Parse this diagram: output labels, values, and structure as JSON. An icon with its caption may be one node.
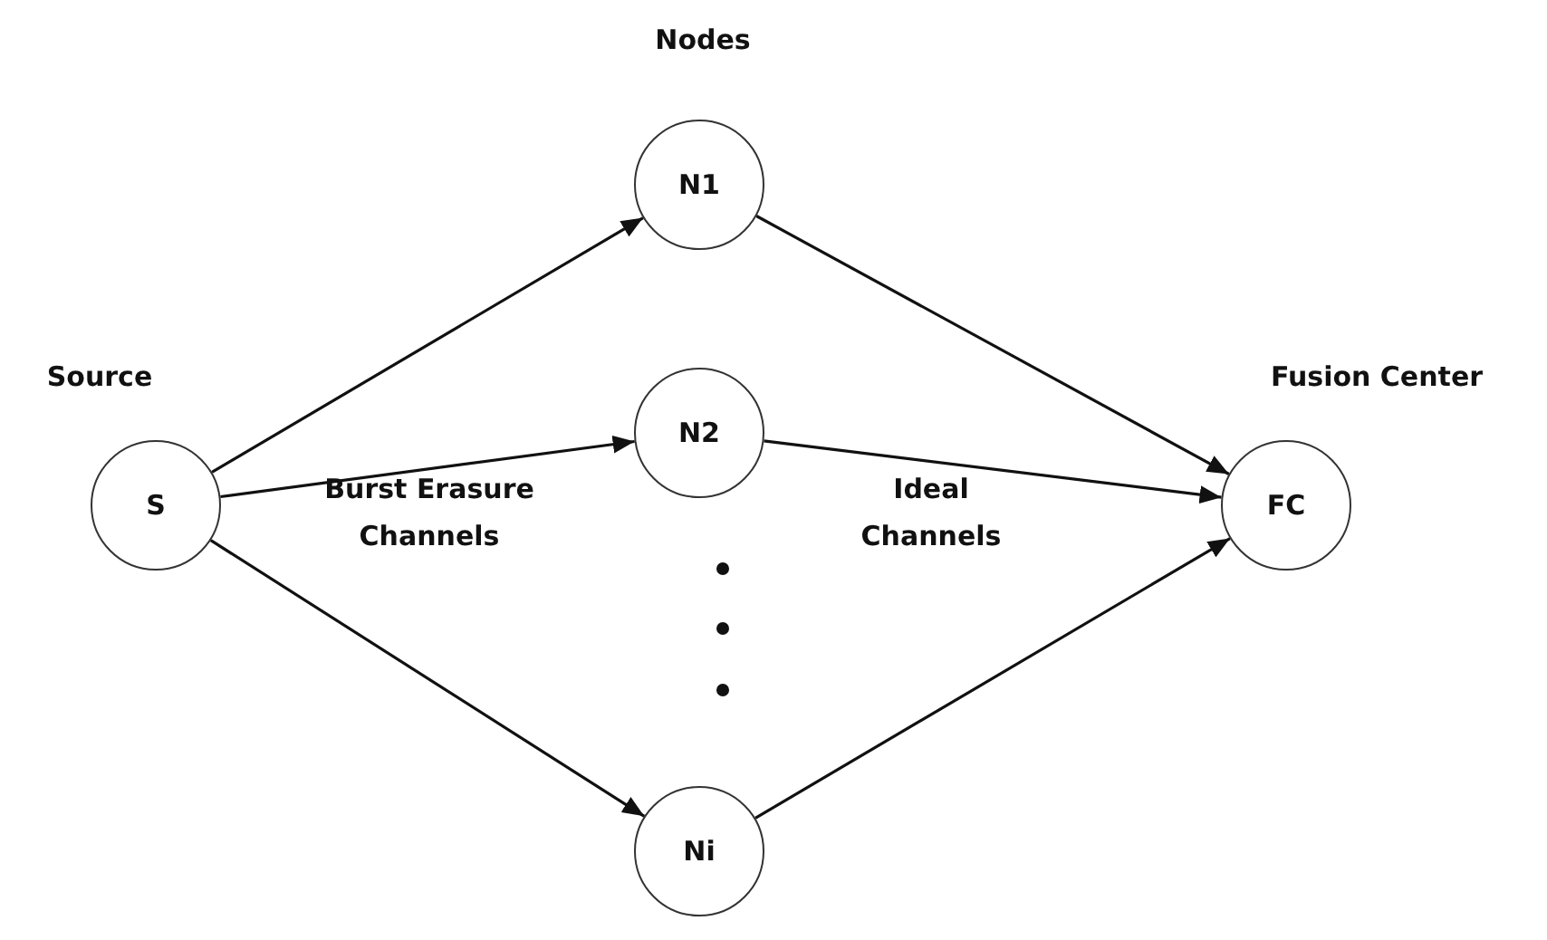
{
  "diagram": {
    "nodes": [
      {
        "text": [
          "Source",
          "S"
        ]
      },
      {
        "text": [
          "N1"
        ]
      },
      {
        "text": [
          "N2"
        ]
      },
      {
        "text": [
          "Ni"
        ]
      },
      {
        "text": [
          "Fusion Center",
          "FC"
        ]
      }
    ],
    "edges": [
      {
        "from": 0,
        "to": 1,
        "arrow": "to"
      },
      {
        "from": 0,
        "to": 2,
        "arrow": "to"
      },
      {
        "from": 0,
        "to": 3,
        "arrow": "to"
      },
      {
        "from": 1,
        "to": 4,
        "arrow": "to"
      },
      {
        "from": 2,
        "to": 4,
        "arrow": "to"
      },
      {
        "from": 3,
        "to": 4,
        "arrow": "to"
      }
    ],
    "labels": [
      "Nodes",
      "Burst Erasure Channels",
      "Ideal Channels"
    ]
  }
}
